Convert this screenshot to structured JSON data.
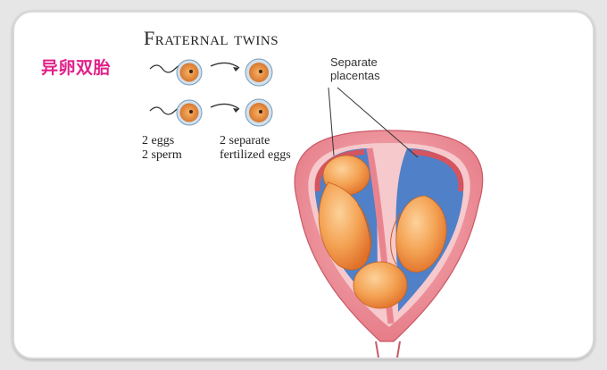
{
  "slide": {
    "chinese_title": "异卵双胎",
    "title": "Fraternal twins",
    "labels": {
      "eggs_line1": "2 eggs",
      "eggs_line2": "2 sperm",
      "fertilized_line1": "2 separate",
      "fertilized_line2": "fertilized eggs",
      "placentas_line1": "Separate",
      "placentas_line2": "placentas"
    }
  },
  "colors": {
    "accent_pink": "#e0218a",
    "uterus_wall": "#e9848f",
    "fetus_orange": "#f29a4a",
    "amniotic_blue": "#3d78c8"
  }
}
